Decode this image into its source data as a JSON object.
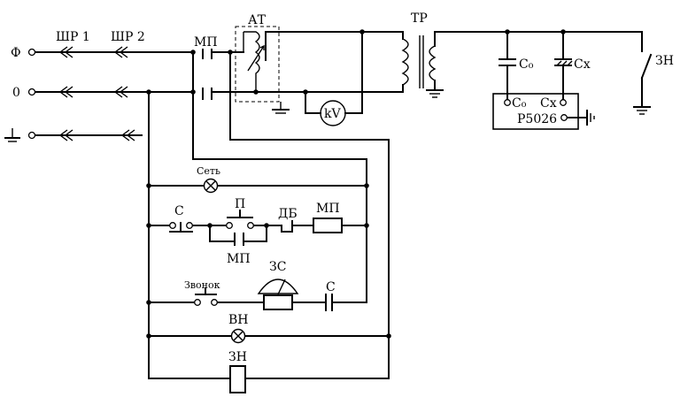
{
  "labels": {
    "phase": "Ф",
    "zero": "0",
    "shr1": "ШР 1",
    "shr2": "ШР 2",
    "mp_top": "МП",
    "at": "АТ",
    "tr": "ТР",
    "kv": "kV",
    "c0_top": "C₀",
    "cx_top": "Cx",
    "zn_top": "ЗН",
    "c0_bridge": "C₀",
    "cx_bridge": "Cx",
    "bridge_model": "Р5026",
    "set": "Сеть",
    "c_switch": "С",
    "p_switch": "П",
    "db": "ДБ",
    "mp_coil": "МП",
    "mp_contact": "МП",
    "zvonok": "Звонок",
    "zs": "ЗС",
    "c_cap": "С",
    "vn": "ВН",
    "zn_bottom": "ЗН"
  },
  "colors": {
    "line": "#000000",
    "background": "#ffffff"
  }
}
